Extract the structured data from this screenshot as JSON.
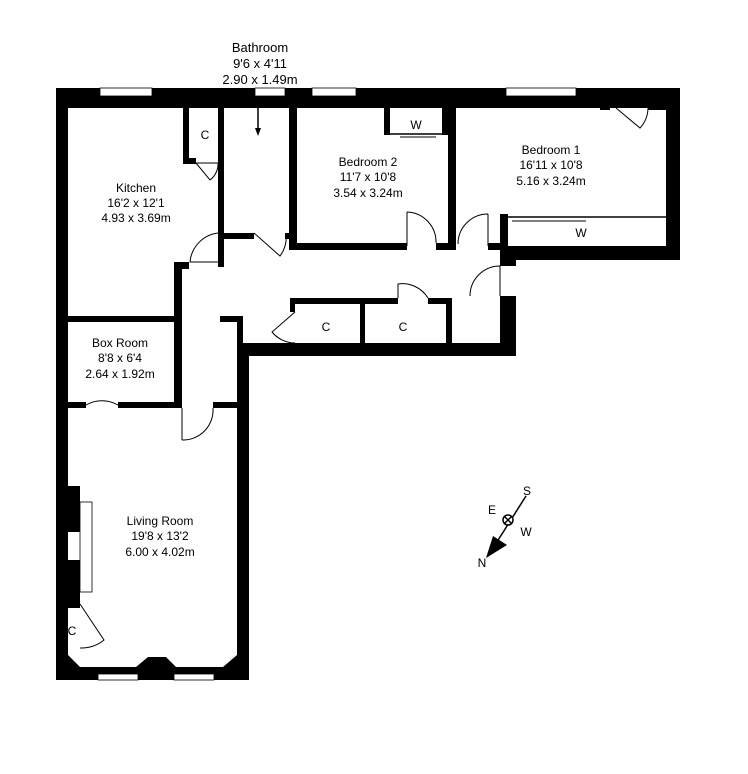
{
  "rooms": {
    "bathroom": {
      "name": "Bathroom",
      "imperial": "9'6 x 4'11",
      "metric": "2.90 x 1.49m"
    },
    "kitchen": {
      "name": "Kitchen",
      "imperial": "16'2 x 12'1",
      "metric": "4.93 x 3.69m"
    },
    "bedroom2": {
      "name": "Bedroom 2",
      "imperial": "11'7 x 10'8",
      "metric": "3.54 x 3.24m"
    },
    "bedroom1": {
      "name": "Bedroom 1",
      "imperial": "16'11 x 10'8",
      "metric": "5.16 x 3.24m"
    },
    "boxroom": {
      "name": "Box Room",
      "imperial": "8'8 x 6'4",
      "metric": "2.64 x 1.92m"
    },
    "living": {
      "name": "Living Room",
      "imperial": "19'8 x 13'2",
      "metric": "6.00 x 4.02m"
    }
  },
  "storage": {
    "cupboard_label": "C",
    "wardrobe_label": "W"
  },
  "compass": {
    "n": "N",
    "s": "S",
    "e": "E",
    "w": "W"
  }
}
